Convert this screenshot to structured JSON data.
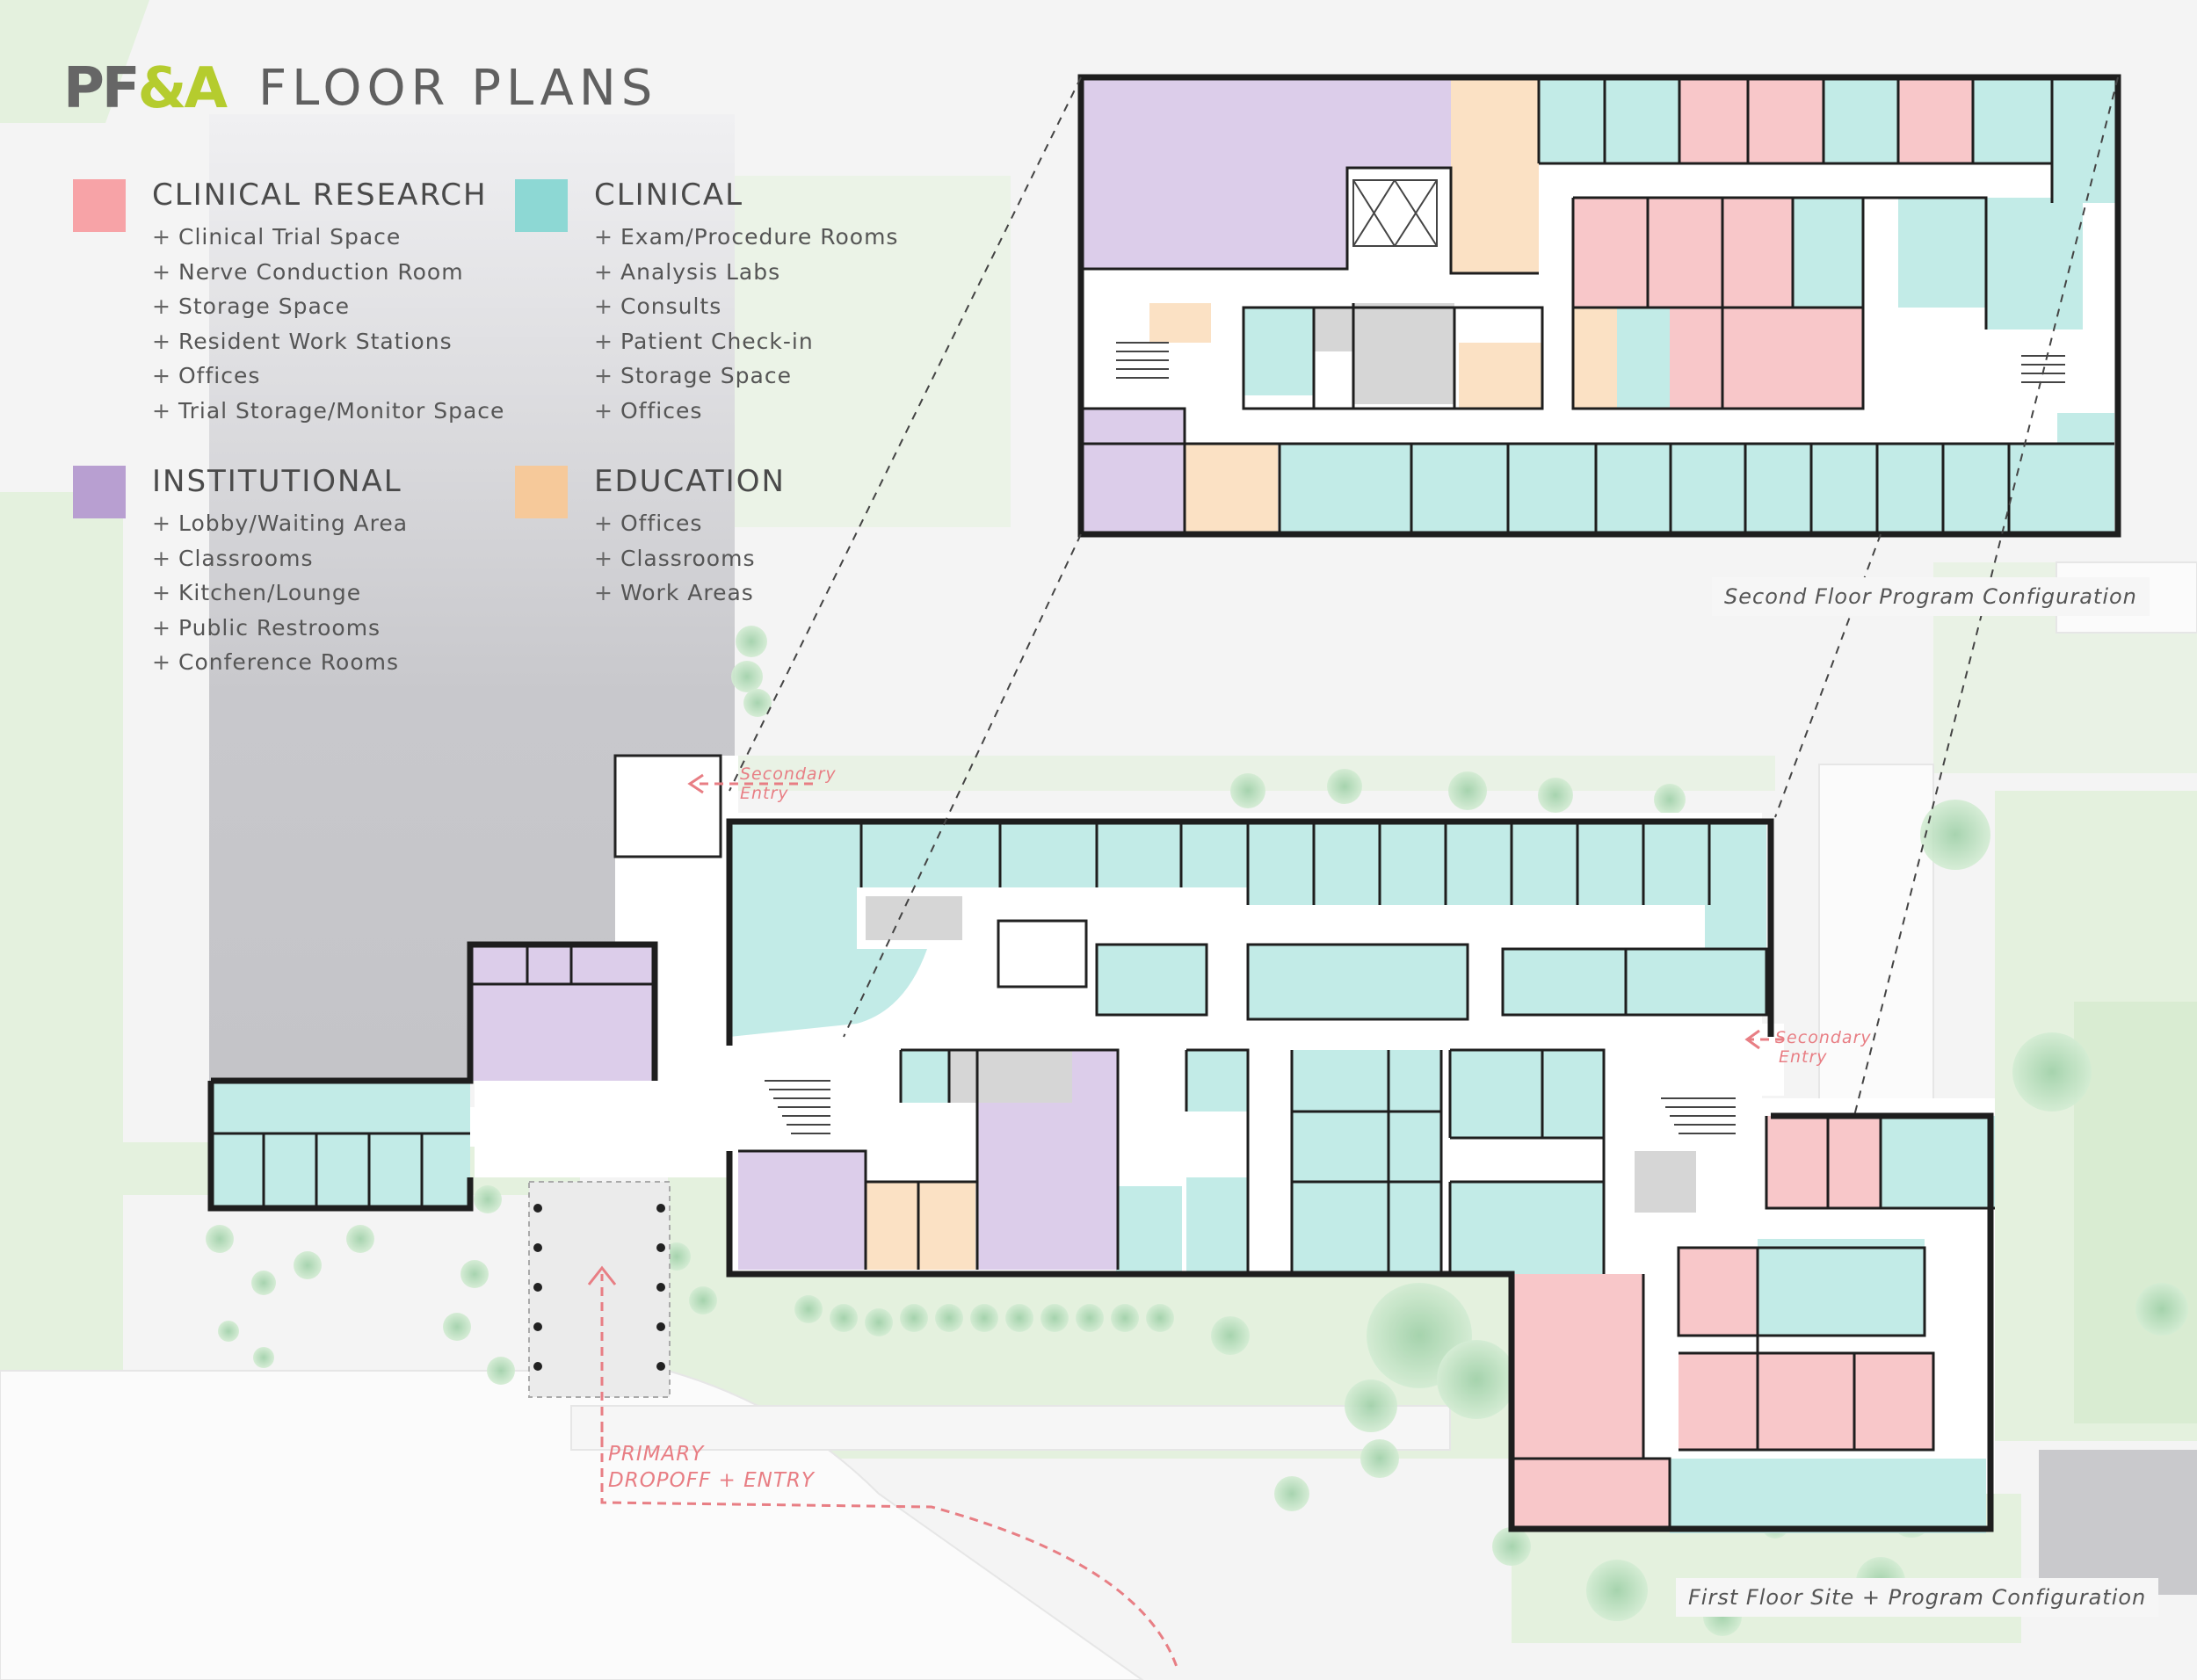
{
  "header": {
    "logo_main": "PF",
    "logo_amp": "&A",
    "title": "FLOOR PLANS"
  },
  "legend": [
    {
      "key": "clinical_research",
      "title": "CLINICAL RESEARCH",
      "color": "#f7a3a7",
      "items": [
        "Clinical Trial Space",
        "Nerve Conduction Room",
        "Storage Space",
        "Resident Work Stations",
        "Offices",
        "Trial Storage/Monitor Space"
      ]
    },
    {
      "key": "clinical",
      "title": "CLINICAL",
      "color": "#8dd8d4",
      "items": [
        "Exam/Procedure Rooms",
        "Analysis Labs",
        "Consults",
        "Patient Check-in",
        "Storage Space",
        "Offices"
      ]
    },
    {
      "key": "institutional",
      "title": "INSTITUTIONAL",
      "color": "#b89fd1",
      "items": [
        "Lobby/Waiting Area",
        "Classrooms",
        "Kitchen/Lounge",
        "Public Restrooms",
        "Conference Rooms"
      ]
    },
    {
      "key": "education",
      "title": "EDUCATION",
      "color": "#f6c99a",
      "items": [
        "Offices",
        "Classrooms",
        "Work Areas"
      ]
    }
  ],
  "captions": {
    "second_floor": "Second Floor Program Configuration",
    "first_floor": "First Floor Site + Program Configuration"
  },
  "entries": {
    "secondary_line1": "Secondary",
    "secondary_line2": "Entry",
    "primary_line1": "PRIMARY",
    "primary_line2": "DROPOFF + ENTRY"
  },
  "colors": {
    "clinical_research_fill": "#f8c7c9",
    "clinical_fill": "#c2ebe7",
    "institutional_fill": "#dccdea",
    "education_fill": "#fbe1c4",
    "service_fill": "#d6d6d6",
    "corridor": "#ffffff",
    "wall": "#1e1e1e",
    "site_green": "#e4f1de",
    "tree": "#bfe2bf",
    "road": "#fbfbfb",
    "entry_arrow": "#e87e84"
  }
}
